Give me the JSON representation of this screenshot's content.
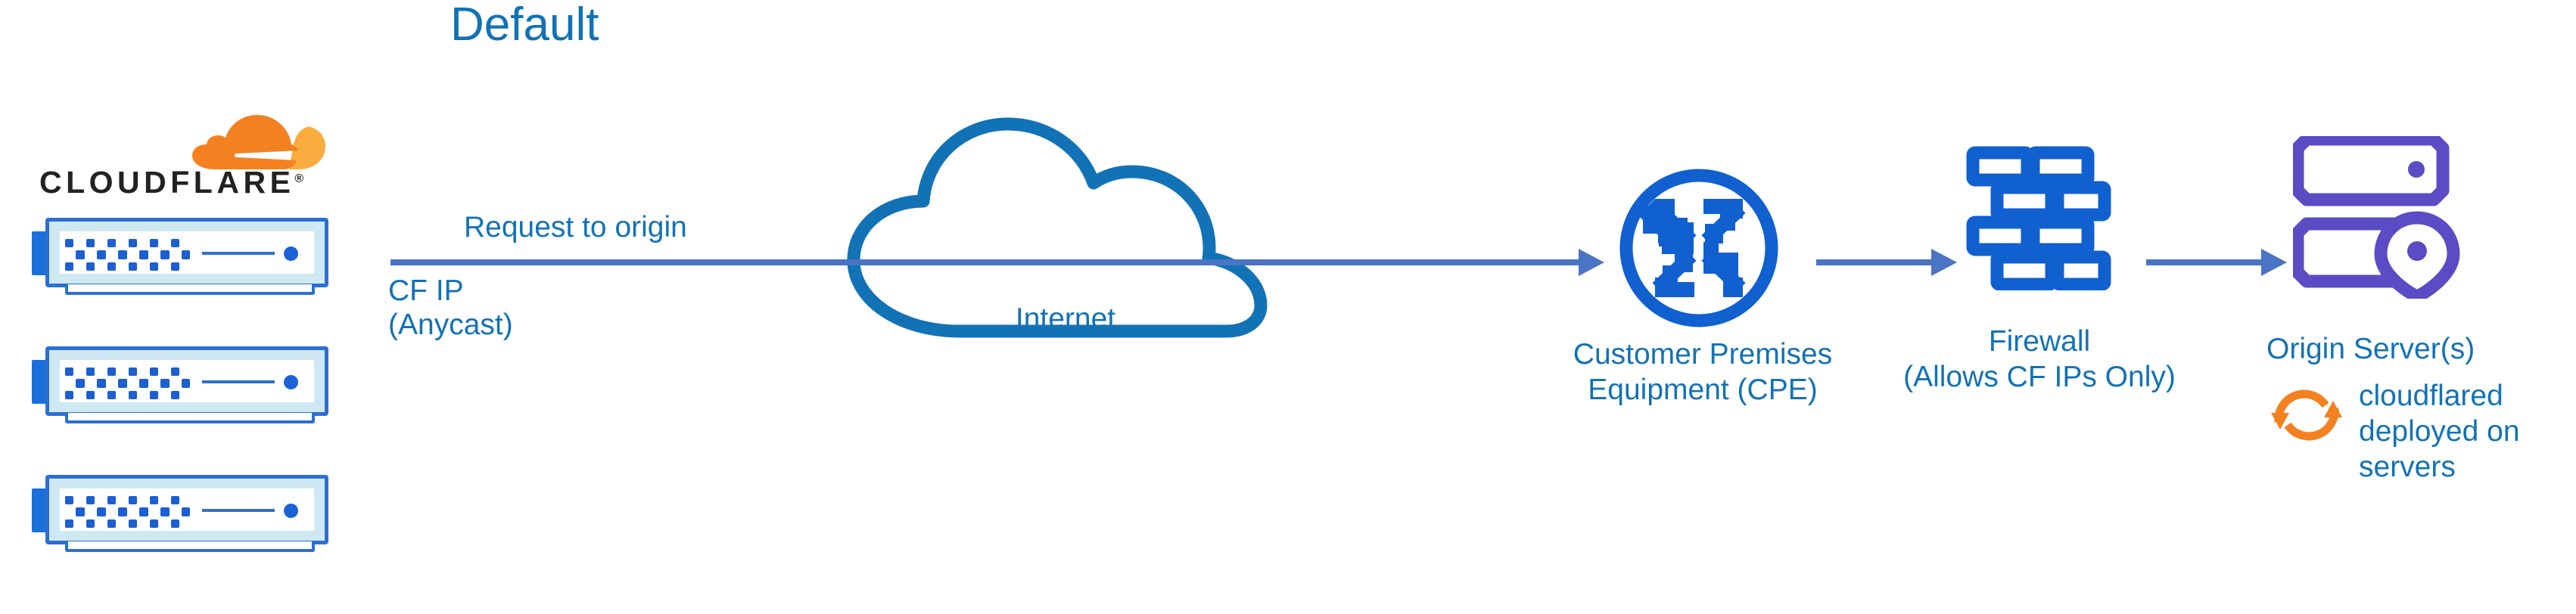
{
  "diagram": {
    "title": "Default",
    "type": "network-architecture-flow"
  },
  "colors": {
    "title_blue": "#1272b6",
    "label_blue": "#1272b6",
    "connector_blue": "#4a74c4",
    "icon_blue": "#1060d0",
    "cf_server_border": "#2b6fd4",
    "cf_server_inner": "#cfe9f3",
    "cf_orange": "#f48120",
    "cf_orange_light": "#faad3f",
    "cf_wordmark": "#222222",
    "origin_purple": "#5b4bc4",
    "background": "#ffffff"
  },
  "cloudflare": {
    "brand_wordmark": "CLOUDFLARE",
    "registered_mark": "®",
    "logo_icon": "cloudflare-cloud-logo",
    "server_icon": "rack-server-icon",
    "server_count": 3
  },
  "flow": {
    "request_label": "Request to origin",
    "cf_ip_label_line1": "CF IP",
    "cf_ip_label_line2": "(Anycast)",
    "arrow_icon": "right-arrow-icon"
  },
  "nodes": [
    {
      "id": "internet",
      "label": "Internet",
      "icon": "cloud-outline-icon"
    },
    {
      "id": "cpe",
      "label_line1": "Customer Premises",
      "label_line2": "Equipment (CPE)",
      "icon": "router-icon"
    },
    {
      "id": "firewall",
      "label_line1": "Firewall",
      "label_line2": "(Allows CF IPs Only)",
      "icon": "brick-wall-icon"
    },
    {
      "id": "origin",
      "label": "Origin Server(s)",
      "icon": "origin-server-pin-icon"
    }
  ],
  "cloudflared": {
    "icon": "sync-refresh-icon",
    "text_line1": "cloudflared",
    "text_line2": "deployed on",
    "text_line3": "servers"
  }
}
